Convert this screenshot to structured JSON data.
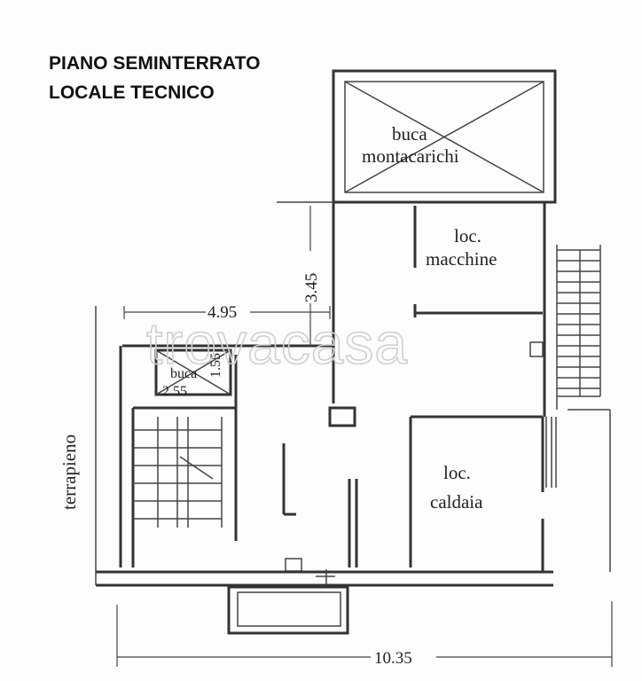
{
  "title": {
    "line1": "PIANO SEMINTERRATO",
    "line2": "LOCALE TECNICO"
  },
  "rooms": {
    "buca_top_line1": "buca",
    "buca_top_line2": "montacarichi",
    "macchine_line1": "loc.",
    "macchine_line2": "macchine",
    "caldaia_line1": "loc.",
    "caldaia_line2": "caldaia",
    "buca_small": "buca"
  },
  "dimensions": {
    "width_left": "4.95",
    "height_right": "3.45",
    "total_width": "10.35",
    "small_w": "2.55",
    "small_h": "1.55"
  },
  "side_label": "terrapieno",
  "watermark": "trovacasa",
  "colors": {
    "ink": "#333333",
    "background": "#fdfdfd",
    "watermark": "#cfcfcf"
  }
}
